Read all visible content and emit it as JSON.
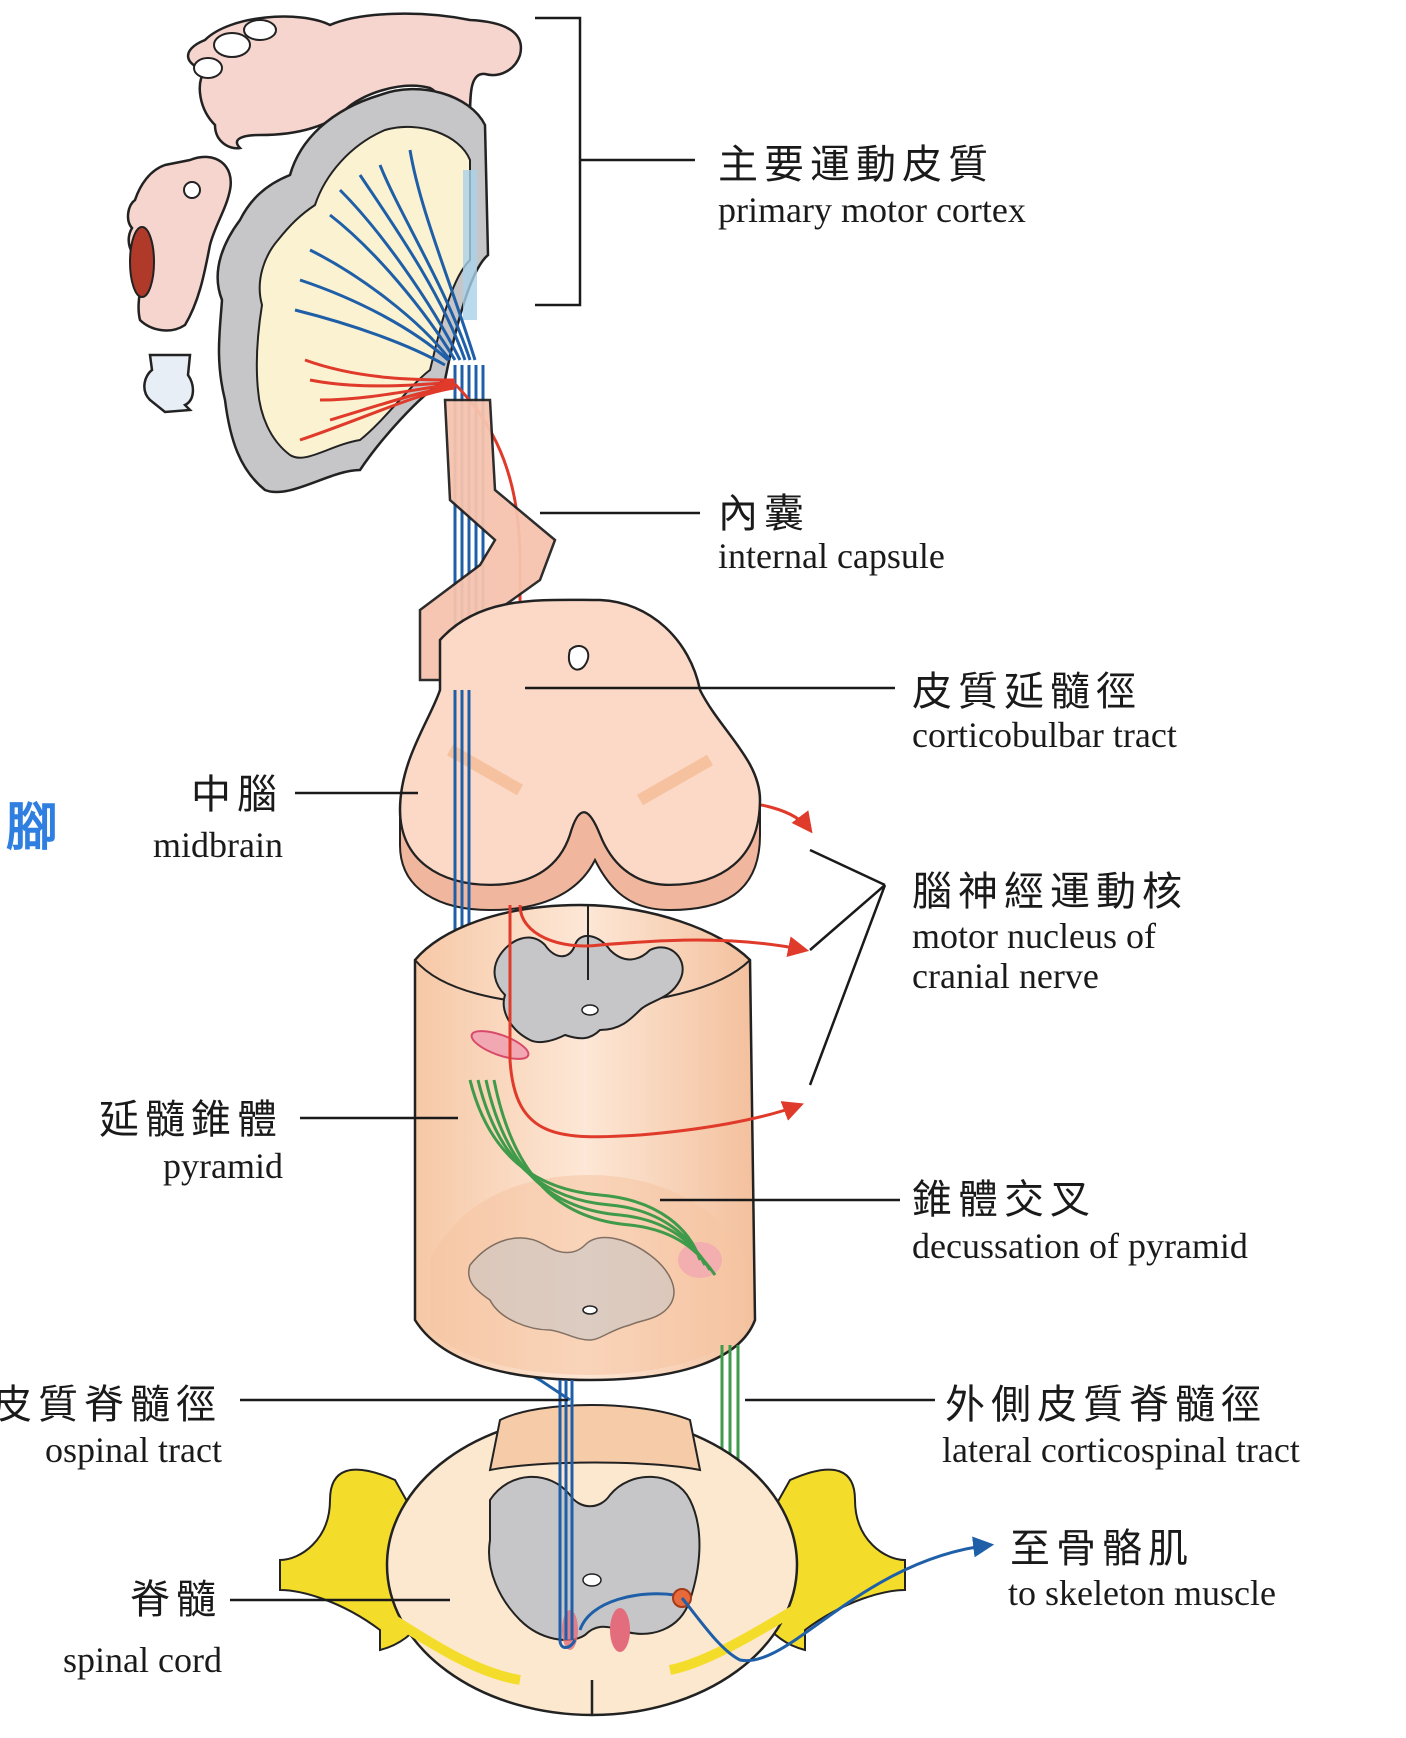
{
  "colors": {
    "upper_motor_axon": "#1f5fa8",
    "corticobulbar_axon": "#e03a2a",
    "lateral_tract_axon": "#3f9a4a",
    "tissue_fill": "#fbd9c6",
    "tissue_shadow": "#f1b79e",
    "grey_matter": "#c6c6c8",
    "nerve_root": "#f4dd2a",
    "side_text": "#2f7fe0"
  },
  "side_text": "腳",
  "labels": {
    "primary_motor_cortex": {
      "zh": "主要運動皮質",
      "en": "primary motor cortex"
    },
    "internal_capsule": {
      "zh": "內囊",
      "en": "internal capsule"
    },
    "corticobulbar_tract": {
      "zh": "皮質延髓徑",
      "en": "corticobulbar tract"
    },
    "midbrain": {
      "zh": "中腦",
      "en": "midbrain"
    },
    "motor_nucleus": {
      "zh": "腦神經運動核",
      "en_line1": "motor nucleus of",
      "en_line2": "cranial nerve"
    },
    "pyramid": {
      "zh": "延髓錐體",
      "en": "pyramid"
    },
    "decussation": {
      "zh": "錐體交叉",
      "en": "decussation of pyramid"
    },
    "anterior_tract": {
      "zh": "皮質脊髓徑",
      "en": "ospinal tract"
    },
    "lateral_tract": {
      "zh": "外側皮質脊髓徑",
      "en": "lateral corticospinal tract"
    },
    "spinal_cord": {
      "zh": "脊髓",
      "en": "spinal cord"
    },
    "skeletal_muscle": {
      "zh": "至骨骼肌",
      "en": "to skeleton muscle"
    }
  }
}
